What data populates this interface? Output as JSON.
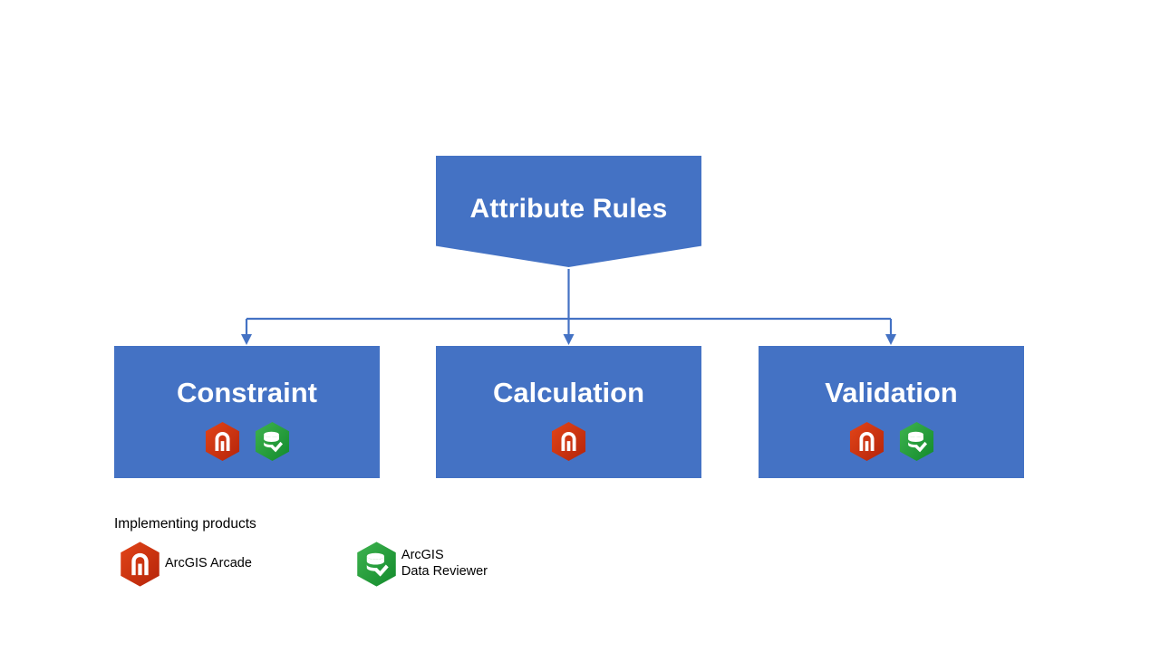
{
  "diagram": {
    "type": "hierarchy",
    "root": {
      "label": "Attribute Rules",
      "shape": "down-chevron",
      "fill": "#4472C4",
      "text_color": "#FFFFFF"
    },
    "connector": {
      "color": "#4472C4",
      "style": "orthogonal-elbow-with-arrowheads",
      "arrow_count": 3
    },
    "categories": [
      {
        "label": "Constraint",
        "fill": "#4472C4",
        "text_color": "#FFFFFF",
        "icons": [
          "arcgis-arcade-icon",
          "arcgis-data-reviewer-icon"
        ]
      },
      {
        "label": "Calculation",
        "fill": "#4472C4",
        "text_color": "#FFFFFF",
        "icons": [
          "arcgis-arcade-icon"
        ]
      },
      {
        "label": "Validation",
        "fill": "#4472C4",
        "text_color": "#FFFFFF",
        "icons": [
          "arcgis-arcade-icon",
          "arcgis-data-reviewer-icon"
        ]
      }
    ]
  },
  "legend": {
    "title": "Implementing products",
    "items": [
      {
        "icon": "arcgis-arcade-icon",
        "label": "ArcGIS Arcade",
        "color": "#C8340A"
      },
      {
        "icon": "arcgis-data-reviewer-icon",
        "label": "ArcGIS\nData Reviewer",
        "color": "#1F9A34"
      }
    ]
  },
  "colors": {
    "node_blue": "#4472C4",
    "arcade_red": "#C8340A",
    "reviewer_green": "#1F9A34",
    "background": "#FFFFFF"
  }
}
